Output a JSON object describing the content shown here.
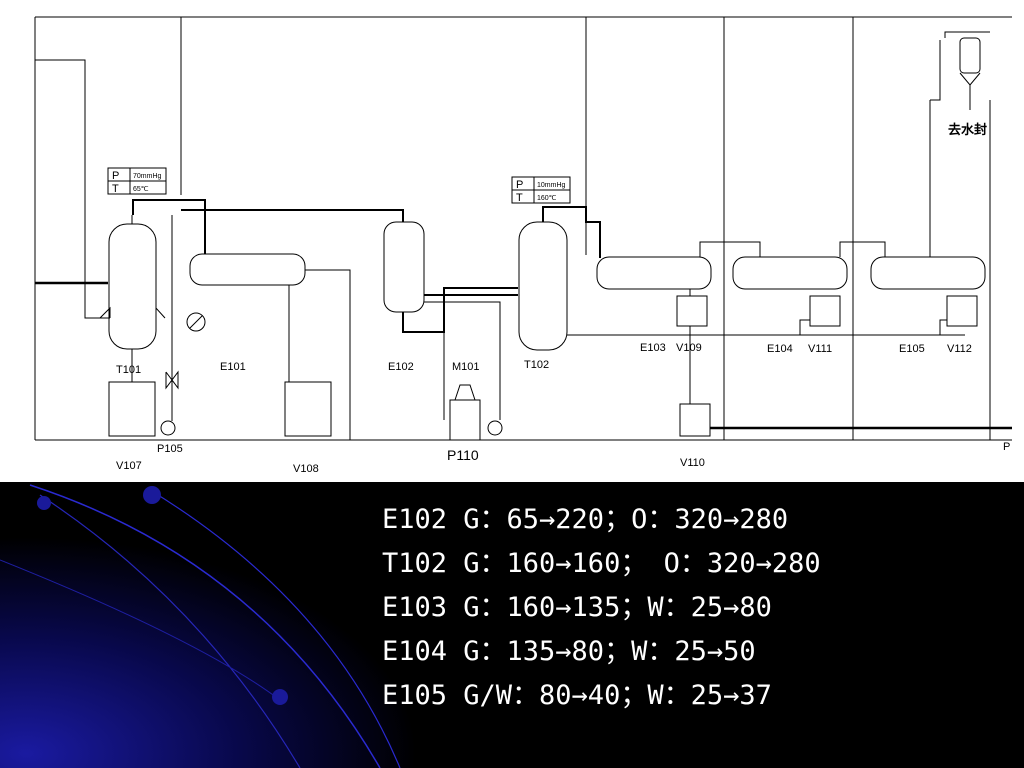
{
  "diagram": {
    "labels": {
      "t101": "T101",
      "e101": "E101",
      "e102": "E102",
      "m101": "M101",
      "t102": "T102",
      "e103": "E103",
      "v109": "V109",
      "e104": "E104",
      "v111": "V111",
      "e105": "E105",
      "v112": "V112",
      "p105": "P105",
      "v107": "V107",
      "v108": "V108",
      "p110": "P110",
      "v110": "V110",
      "p_cut": "P",
      "dewater": "去水封"
    },
    "panel1": {
      "p_label": "P",
      "p_value": "70mmHg",
      "t_label": "T",
      "t_value": "65℃"
    },
    "panel2": {
      "p_label": "P",
      "p_value": "10mmHg",
      "t_label": "T",
      "t_value": "160℃"
    }
  },
  "notes": [
    "E102 G：65→220；O：320→280",
    "T102 G：160→160； O：320→280",
    "E103 G：160→135；W：25→80",
    "E104 G：135→80；W：25→50",
    "E105 G/W：80→40；W：25→37"
  ]
}
